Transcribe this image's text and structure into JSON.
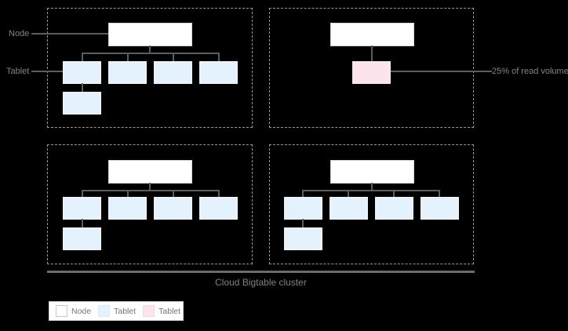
{
  "diagram": {
    "caption": "Cloud Bigtable cluster",
    "callouts": {
      "node": "Node",
      "tablet": "Tablet",
      "read_volume": "25% of read volume"
    },
    "legend": {
      "items": [
        {
          "label": "Node",
          "color": "#ffffff"
        },
        {
          "label": "Tablet",
          "color": "#e3f2fd"
        },
        {
          "label": "Tablet",
          "color": "#fce4ec"
        }
      ]
    },
    "colors": {
      "background": "#000000",
      "node_fill": "#ffffff",
      "tablet_fill": "#e3f2fd",
      "hot_tablet_fill": "#fce4ec",
      "connector": "#5b5e61",
      "dashed_border": "#94989c",
      "label_text": "#818487"
    },
    "nodes": [
      {
        "id": "node-1",
        "position": "top-left",
        "tablets": 5,
        "hot_tablets": 0
      },
      {
        "id": "node-2",
        "position": "top-right",
        "tablets": 0,
        "hot_tablets": 1
      },
      {
        "id": "node-3",
        "position": "bottom-left",
        "tablets": 5,
        "hot_tablets": 0
      },
      {
        "id": "node-4",
        "position": "bottom-right",
        "tablets": 5,
        "hot_tablets": 0
      }
    ]
  }
}
